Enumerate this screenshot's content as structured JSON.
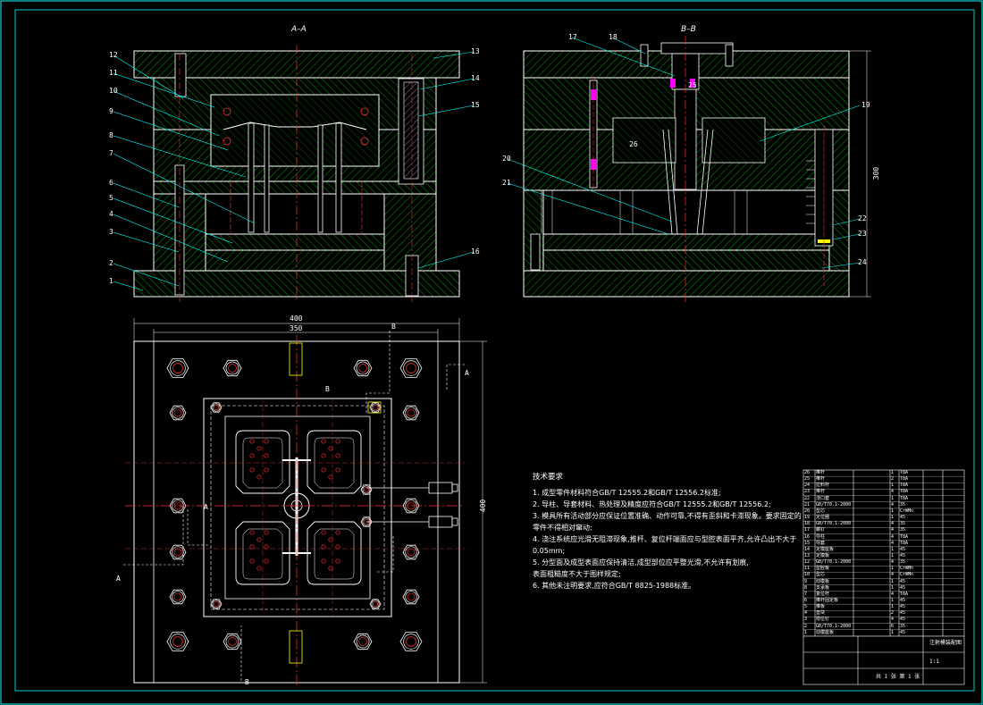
{
  "drawing": {
    "section_titles": {
      "aa": "A–A",
      "bb": "B–B"
    },
    "section_markers": {
      "a": "A",
      "b": "B"
    },
    "dimensions": {
      "width_outer": "400",
      "width_inner": "350",
      "height_right": "400",
      "height_bb": "300"
    },
    "callouts_aa": [
      "12",
      "11",
      "10",
      "9",
      "8",
      "7",
      "6",
      "5",
      "4",
      "3",
      "2",
      "1",
      "13",
      "14",
      "15",
      "16"
    ],
    "callouts_bb": [
      "17",
      "18",
      "19",
      "20",
      "21",
      "22",
      "23",
      "24",
      "25",
      "26"
    ],
    "colors": {
      "frame": "#ffffff",
      "plate": "#00ff00",
      "hatch": "#00ff00",
      "red": "#ff3030",
      "leader": "#00ffff",
      "white": "#ffffff",
      "magenta": "#ff00ff",
      "yellow": "#ffff00"
    }
  },
  "notes": {
    "title": "技术要求",
    "items": [
      "1. 成型零件材料符合GB/T 12555.2和GB/T 12556.2标准;",
      "2. 导柱、导套材料、热处理及精度应符合GB/T 12555.2和GB/T 12556.2;",
      "3. 模具所有活动部分应保证位置准确、动作可靠,不得有歪斜和卡滞现象。要求固定的",
      "   零件不得相对窜动;",
      "4. 浇注系统应光滑无阻滞现象,推杆、复位杆端面应与型腔表面平齐,允许凸出不大于",
      "   0.05mm;",
      "5. 分型面及成型表面应保持清洁,成型部位应平整光滑,不允许有划痕,",
      "   表面粗糙度不大于图样规定;",
      "6. 其他未注明要求,应符合GB/T 8825-1988标准。"
    ]
  },
  "bom": {
    "rows": [
      [
        "26",
        "推杆",
        "1",
        "T8A"
      ],
      [
        "25",
        "推杆",
        "2",
        "T8A"
      ],
      [
        "24",
        "拉料杆",
        "1",
        "T8A"
      ],
      [
        "23",
        "推杆",
        "4",
        "T8A"
      ],
      [
        "22",
        "浇口套",
        "1",
        "T8A"
      ],
      [
        "21",
        "GB/T70.1-2000",
        "4",
        "35"
      ],
      [
        "20",
        "型芯",
        "1",
        "CrWMn"
      ],
      [
        "19",
        "定位圈",
        "1",
        "45"
      ],
      [
        "18",
        "GB/T70.1-2000",
        "4",
        "35"
      ],
      [
        "17",
        "螺钉",
        "4",
        "35"
      ],
      [
        "16",
        "导柱",
        "4",
        "T8A"
      ],
      [
        "15",
        "导套",
        "4",
        "T8A"
      ],
      [
        "14",
        "定模座板",
        "1",
        "45"
      ],
      [
        "13",
        "定模板",
        "1",
        "45"
      ],
      [
        "12",
        "GB/T70.1-2000",
        "4",
        "35"
      ],
      [
        "11",
        "型腔板",
        "1",
        "CrWMn"
      ],
      [
        "10",
        "型芯",
        "4",
        "CrWMn"
      ],
      [
        "9",
        "动模板",
        "1",
        "45"
      ],
      [
        "8",
        "支承板",
        "1",
        "45"
      ],
      [
        "7",
        "复位杆",
        "4",
        "T8A"
      ],
      [
        "6",
        "推杆固定板",
        "1",
        "45"
      ],
      [
        "5",
        "推板",
        "1",
        "45"
      ],
      [
        "4",
        "垫块",
        "2",
        "45"
      ],
      [
        "3",
        "限位钉",
        "4",
        "45"
      ],
      [
        "2",
        "GB/T70.1-2000",
        "6",
        "35"
      ],
      [
        "1",
        "动模座板",
        "1",
        "45"
      ]
    ],
    "title_block": {
      "name": "注射模装配图",
      "scale": "1:1",
      "sheet": "共 1 张 第 1 张"
    }
  }
}
